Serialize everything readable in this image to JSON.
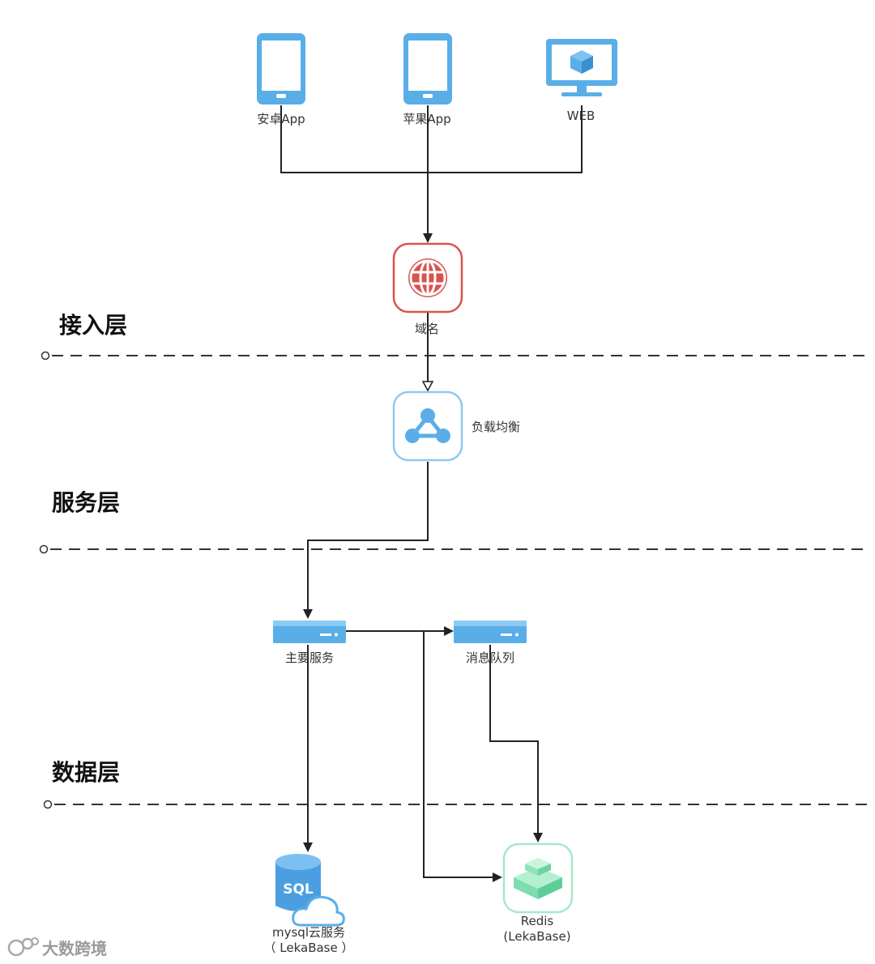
{
  "layers": {
    "access": "接入层",
    "service": "服务层",
    "data": "数据层"
  },
  "nodes": {
    "android": {
      "label": "安卓App",
      "icon": "phone-icon"
    },
    "ios": {
      "label": "苹果App",
      "icon": "phone-icon"
    },
    "web": {
      "label": "WEB",
      "icon": "monitor-cube-icon"
    },
    "domain": {
      "label": "域名",
      "icon": "globe-icon"
    },
    "lb": {
      "label": "负载均衡",
      "icon": "network-share-icon"
    },
    "main_service": {
      "label": "主要服务",
      "icon": "server-icon"
    },
    "mq": {
      "label": "消息队列",
      "icon": "server-icon"
    },
    "mysql": {
      "label_line1": "mysql云服务",
      "label_line2": "（ LekaBase ）",
      "icon": "sql-cloud-database-icon"
    },
    "redis": {
      "label_line1": "Redis",
      "label_line2": "(LekaBase)",
      "icon": "stack-cube-icon"
    }
  },
  "watermark": {
    "text": "大数跨境",
    "icon": "brand-logo-icon"
  },
  "colors": {
    "blue": "#5aaee8",
    "red": "#d9534f",
    "green": "#8de0b8",
    "line": "#222222",
    "dash": "#333333"
  }
}
